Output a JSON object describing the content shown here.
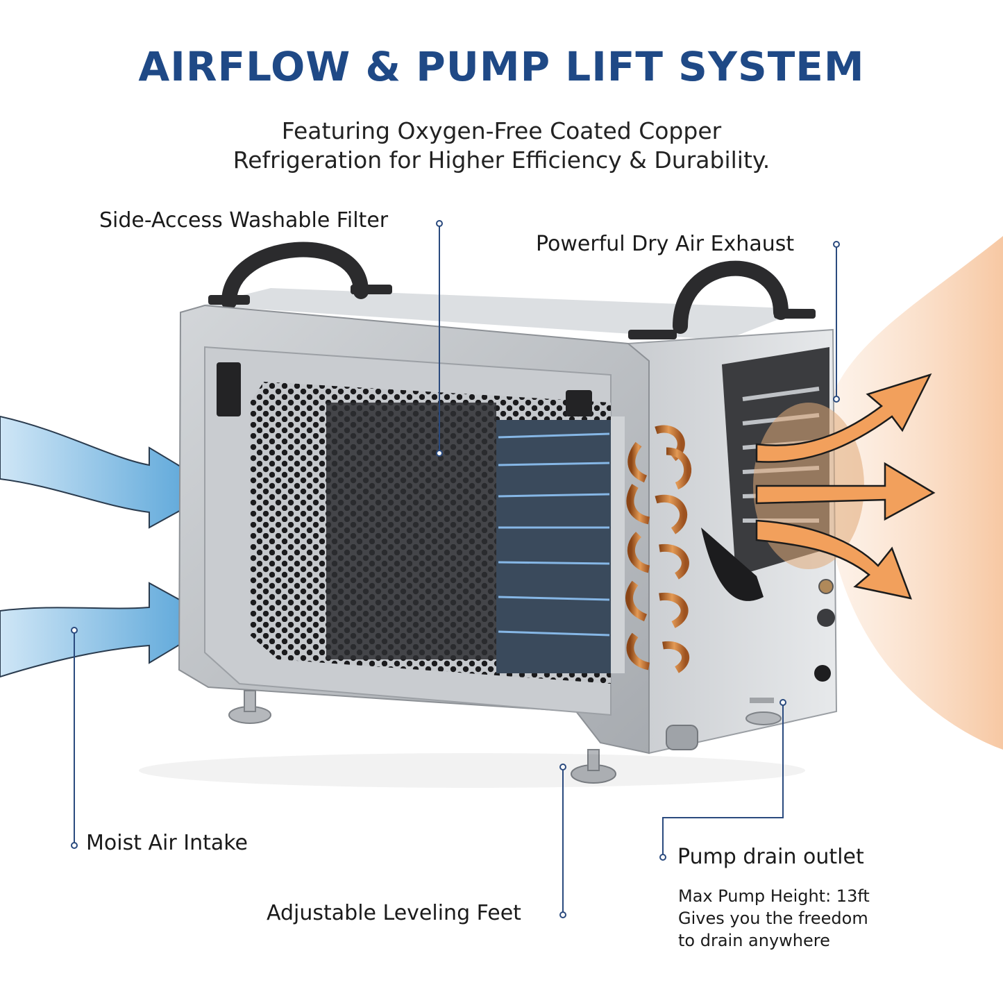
{
  "header": {
    "title": "AIRFLOW & PUMP LIFT SYSTEM",
    "subtitle_line1": "Featuring Oxygen-Free Coated Copper",
    "subtitle_line2": "Refrigeration for Higher Efficiency & Durability."
  },
  "callouts": {
    "filter": "Side-Access Washable Filter",
    "exhaust": "Powerful Dry Air Exhaust",
    "intake": "Moist Air Intake",
    "feet": "Adjustable Leveling Feet",
    "drain": "Pump drain outlet"
  },
  "drain_note": {
    "line1": "Max Pump Height: 13ft",
    "line2": "Gives you the freedom",
    "line3": "to drain anywhere"
  },
  "colors": {
    "title": "#1f4986",
    "callout_line": "#2a4a7e",
    "intake_arrow": "#5aa7d9",
    "exhaust_arrow": "#f1a05f",
    "exhaust_glow": "#f9d3b4",
    "unit_body": "#bfc2c6",
    "copper": "#c4732f"
  }
}
